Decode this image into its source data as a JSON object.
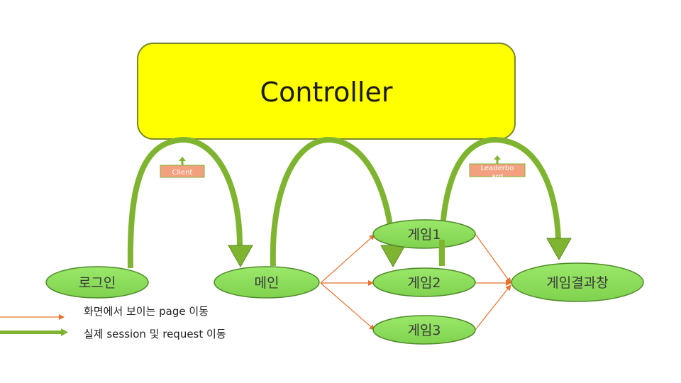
{
  "controller": {
    "label": "Controller",
    "color": "#ffff00",
    "border": "#7a8a2a"
  },
  "nodes": {
    "login": "로그인",
    "main": "메인",
    "game1": "게임1",
    "game2": "게임2",
    "game3": "게임3",
    "result": "게임결과창"
  },
  "tags": {
    "client": "Client",
    "leaderboard_line1": "Leaderbo",
    "leaderboard_line2": "ard"
  },
  "legend": {
    "page_move": "화면에서 보이는 page 이동",
    "session_move": "실제 session 및 request 이동"
  },
  "colors": {
    "node_fill": "#8ede5e",
    "node_stroke": "#4f8a2a",
    "session_arrow": "#7fb431",
    "page_arrow": "#e8702a",
    "tag_fill": "#f2a07e"
  }
}
